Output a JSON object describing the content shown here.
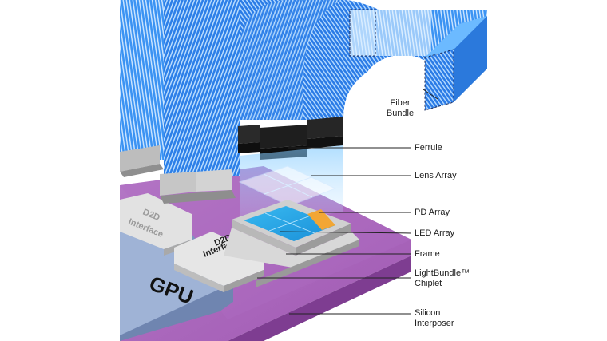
{
  "labels": {
    "fiber_bundle_1": "Fiber",
    "fiber_bundle_2": "Bundle",
    "ferrule": "Ferrule",
    "lens_array": "Lens Array",
    "pd_array": "PD Array",
    "led_array": "LED Array",
    "frame": "Frame",
    "chiplet_1": "LightBundle™",
    "chiplet_2": "Chiplet",
    "interposer_1": "Silicon",
    "interposer_2": "Interposer"
  },
  "chips": {
    "gpu": "GPU",
    "d2d_left_1": "D2D",
    "d2d_left_2": "Interface",
    "d2d_right_1": "D2D",
    "d2d_right_2": "Interface"
  },
  "colors": {
    "fiber_blue": "#2f8ef5",
    "interposer_purple": "#a35cb5",
    "gpu_blue": "#9cb0d4",
    "chip_grey": "#d6d6d6",
    "ferrule_black": "#1c1c1c"
  }
}
